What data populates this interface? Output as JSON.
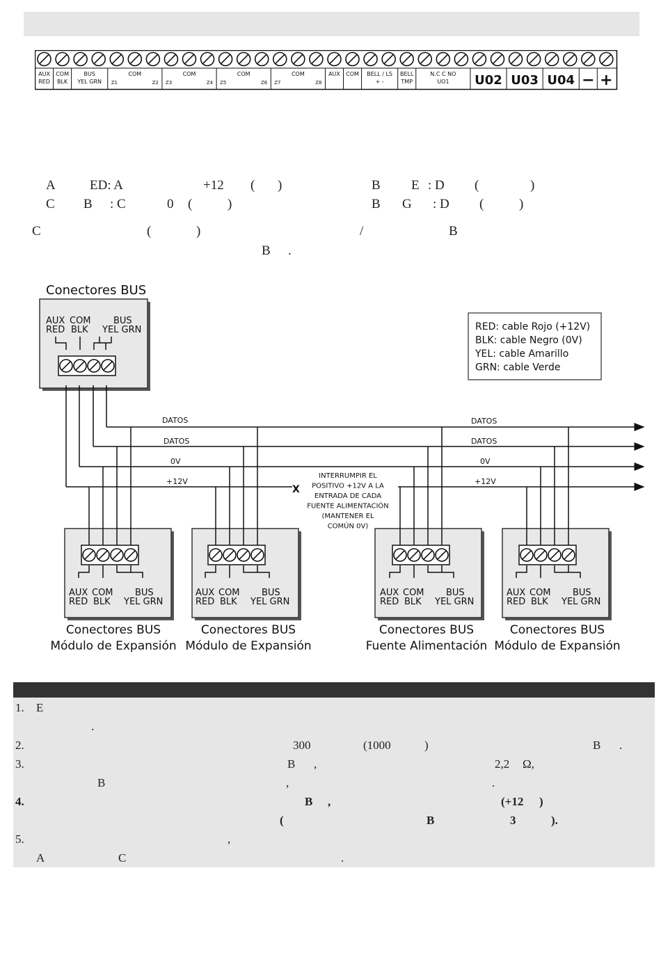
{
  "terminal_strip": {
    "labels": [
      {
        "top": "AUX",
        "bottom": "RED"
      },
      {
        "top": "COM",
        "bottom": "BLK"
      },
      {
        "top": "BUS",
        "bottom": "YEL GRN"
      },
      {
        "top": "COM",
        "left": "Z1",
        "right": "Z2"
      },
      {
        "top": "COM",
        "left": "Z3",
        "right": "Z4"
      },
      {
        "top": "COM",
        "left": "Z5",
        "right": "Z6"
      },
      {
        "top": "COM",
        "left": "Z7",
        "right": "Z8"
      },
      {
        "top": "AUX"
      },
      {
        "top": "COM"
      },
      {
        "top": "BELL / LS",
        "bottom": "+ -"
      },
      {
        "top": "BELL",
        "bottom": "TMP"
      },
      {
        "top": "N.C  C  NO",
        "bottom": "UO1"
      },
      {
        "top": "U02"
      },
      {
        "top": "U03"
      },
      {
        "top": "U04"
      },
      {
        "top": "−"
      },
      {
        "top": "+"
      }
    ]
  },
  "text_fragments": {
    "line1": [
      "A",
      "ED: A",
      "+12",
      "(",
      ")",
      "B",
      "E",
      ": D",
      "(",
      ")"
    ],
    "line2": [
      "C",
      "B",
      ": C",
      "0",
      "(",
      ")",
      "B",
      "G",
      ": D",
      "(",
      ")"
    ],
    "line3": [
      "C",
      "(",
      ")",
      "/",
      "B"
    ],
    "line4": [
      "B",
      "."
    ]
  },
  "diagram": {
    "main_title": "Conectores BUS",
    "legend": [
      "RED: cable Rojo (+12V)",
      "BLK: cable Negro (0V)",
      "YEL: cable Amarillo",
      "GRN: cable Verde"
    ],
    "connector_top": {
      "aux": "AUX",
      "com": "COM",
      "bus": "BUS",
      "red": "RED",
      "blk": "BLK",
      "yelgrn": "YEL GRN"
    },
    "wire_labels": [
      "DATOS",
      "DATOS",
      "0V",
      "+12V"
    ],
    "note": [
      "INTERRUMPIR EL",
      "POSITIVO +12V A LA",
      "ENTRADA DE CADA",
      "FUENTE ALIMENTACIÓN",
      "(MANTENER EL",
      "COMÚN 0V)"
    ],
    "x_mark": "X",
    "modules": [
      {
        "line1": "Conectores BUS",
        "line2": "Módulo de Expansión"
      },
      {
        "line1": "Conectores BUS",
        "line2": "Módulo de Expansión"
      },
      {
        "line1": "Conectores BUS",
        "line2": "Fuente Alimentación"
      },
      {
        "line1": "Conectores BUS",
        "line2": "Módulo de Expansión"
      }
    ]
  },
  "notes": {
    "n1": [
      "1.",
      "E",
      "."
    ],
    "n2": [
      "2.",
      "300",
      "(1000",
      ")",
      "B",
      "."
    ],
    "n3": [
      "3.",
      "B",
      ",",
      "2,2",
      "Ω,",
      "B",
      ",",
      "."
    ],
    "n4": [
      "4.",
      "B",
      ",",
      "(+12",
      ")",
      "(",
      "B",
      "3",
      ")."
    ],
    "n5": [
      "5.",
      ",",
      "A",
      "C",
      "."
    ]
  }
}
